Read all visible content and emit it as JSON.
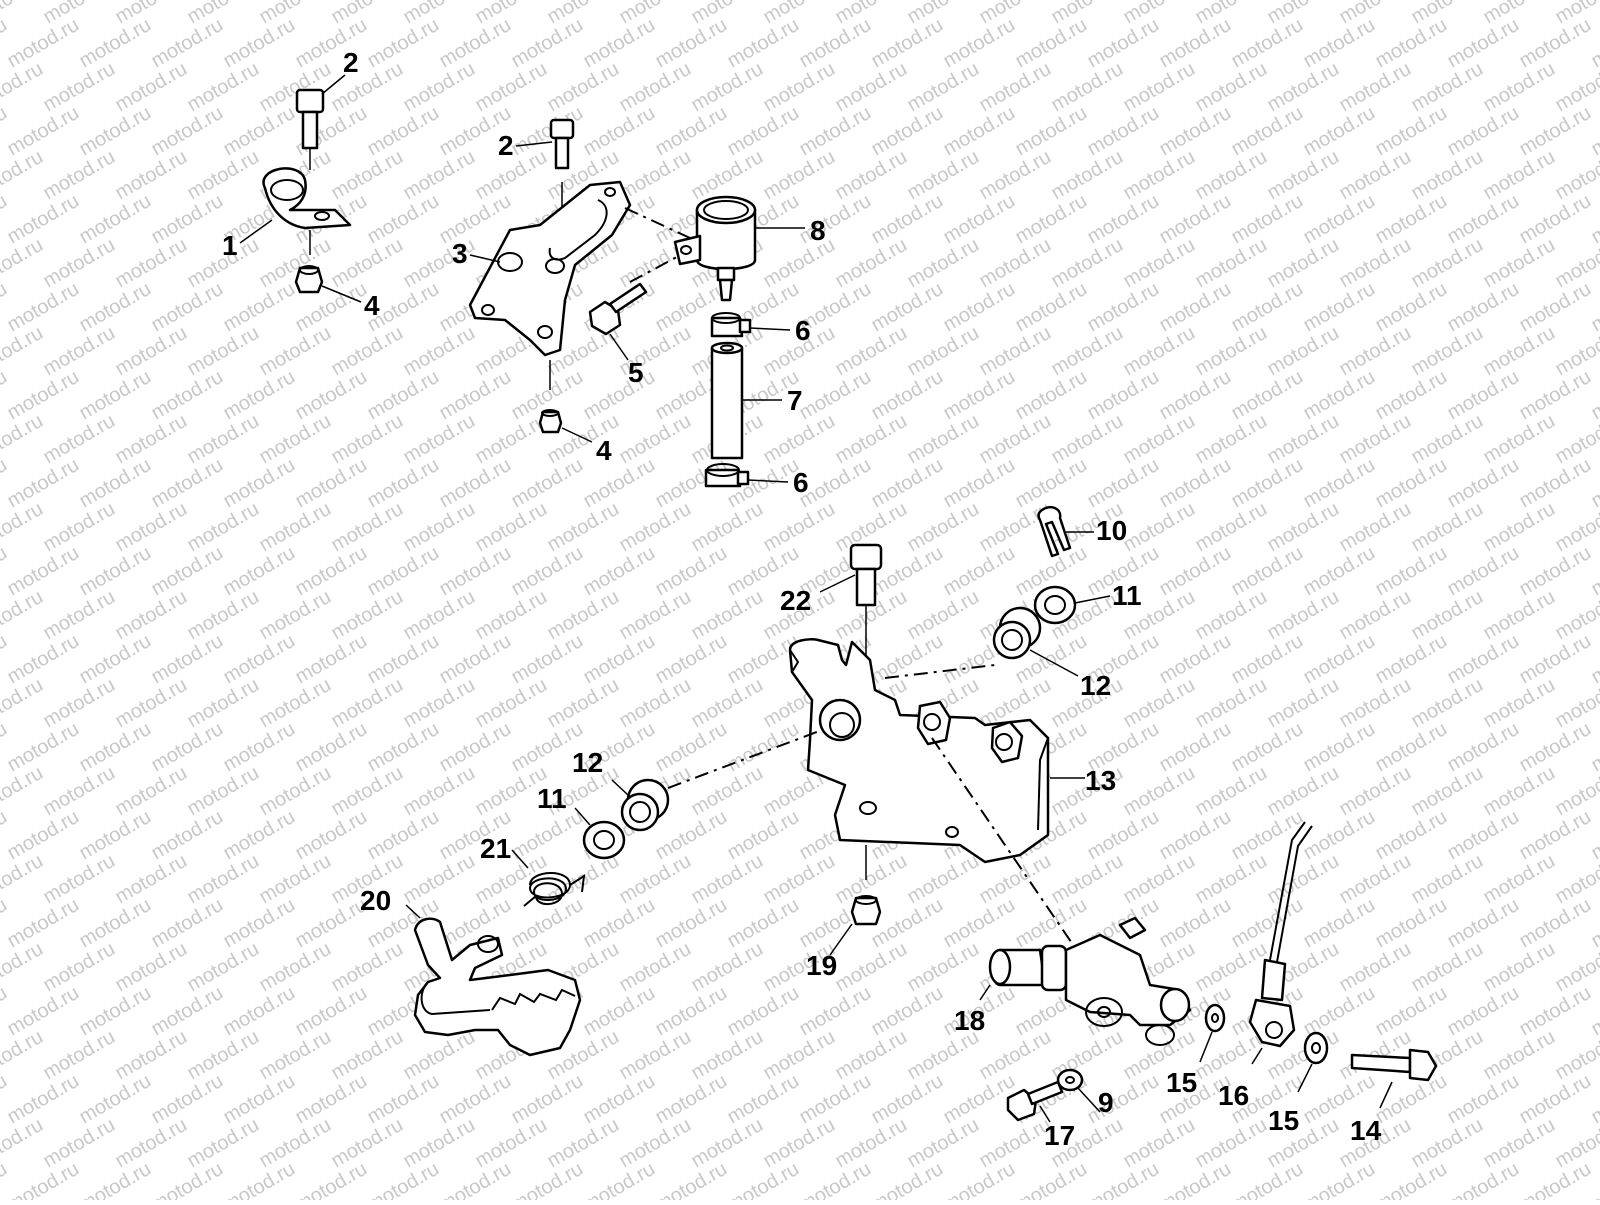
{
  "watermark": {
    "text": "motod.ru",
    "color": "#c8c8c8"
  },
  "callouts": {
    "c1": "1",
    "c2a": "2",
    "c2b": "2",
    "c3": "3",
    "c4a": "4",
    "c4b": "4",
    "c5": "5",
    "c6a": "6",
    "c6b": "6",
    "c7": "7",
    "c8": "8",
    "c9": "9",
    "c10": "10",
    "c11a": "11",
    "c11b": "11",
    "c12a": "12",
    "c12b": "12",
    "c13": "13",
    "c14": "14",
    "c15a": "15",
    "c15b": "15",
    "c16": "16",
    "c17": "17",
    "c18": "18",
    "c19": "19",
    "c20": "20",
    "c21": "21",
    "c22": "22"
  }
}
